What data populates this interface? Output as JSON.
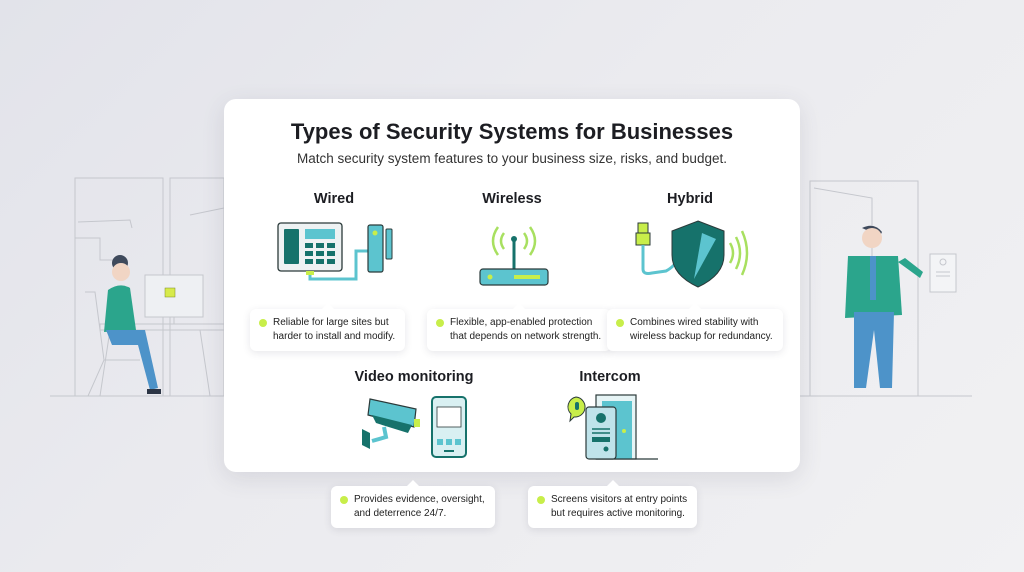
{
  "header": {
    "title": "Types of Security Systems for Businesses",
    "subtitle": "Match security system features to your business size, risks, and budget."
  },
  "systems": [
    {
      "label": "Wired",
      "icon": "alarm-keypad-icon",
      "tip_line1": "Reliable for large sites but",
      "tip_line2": "harder to install and modify."
    },
    {
      "label": "Wireless",
      "icon": "router-icon",
      "tip_line1": "Flexible, app-enabled protection",
      "tip_line2": "that depends on network strength."
    },
    {
      "label": "Hybrid",
      "icon": "shield-icon",
      "tip_line1": "Combines wired stability with",
      "tip_line2": "wireless backup for redundancy."
    },
    {
      "label": "Video monitoring",
      "icon": "camera-icon",
      "tip_line1": "Provides evidence, oversight,",
      "tip_line2": "and deterrence 24/7."
    },
    {
      "label": "Intercom",
      "icon": "intercom-icon",
      "tip_line1": "Screens visitors at entry points",
      "tip_line2": "but requires active monitoring."
    }
  ],
  "colors": {
    "teal_dark": "#16726b",
    "teal_light": "#5cc4cf",
    "accent_green": "#c8ee4a",
    "text_dark": "#1c1d22"
  }
}
